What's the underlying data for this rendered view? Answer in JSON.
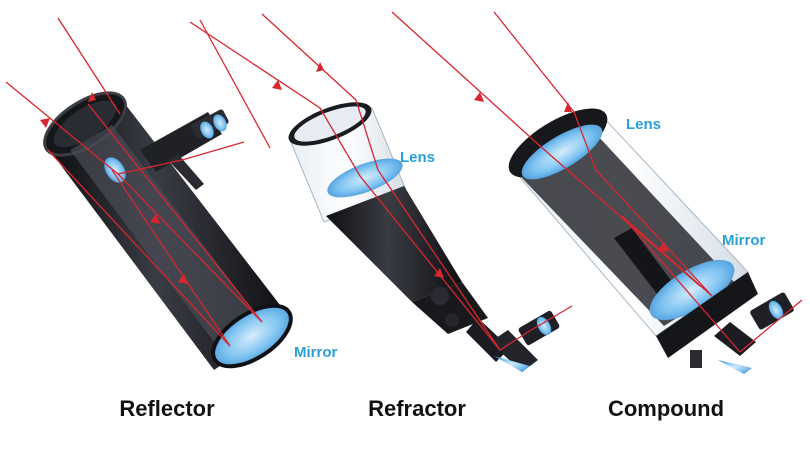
{
  "colors": {
    "light_ray": "#d8262e",
    "label_blue": "#2a9fd8",
    "tube_dark": "#1c1d22",
    "optic_blue": "#6fb9ef",
    "caption": "#111111"
  },
  "reflector": {
    "caption": "Reflector",
    "mirror_label": "Mirror"
  },
  "refractor": {
    "caption": "Refractor",
    "lens_label": "Lens"
  },
  "compound": {
    "caption": "Compound",
    "lens_label": "Lens",
    "mirror_label": "Mirror"
  }
}
